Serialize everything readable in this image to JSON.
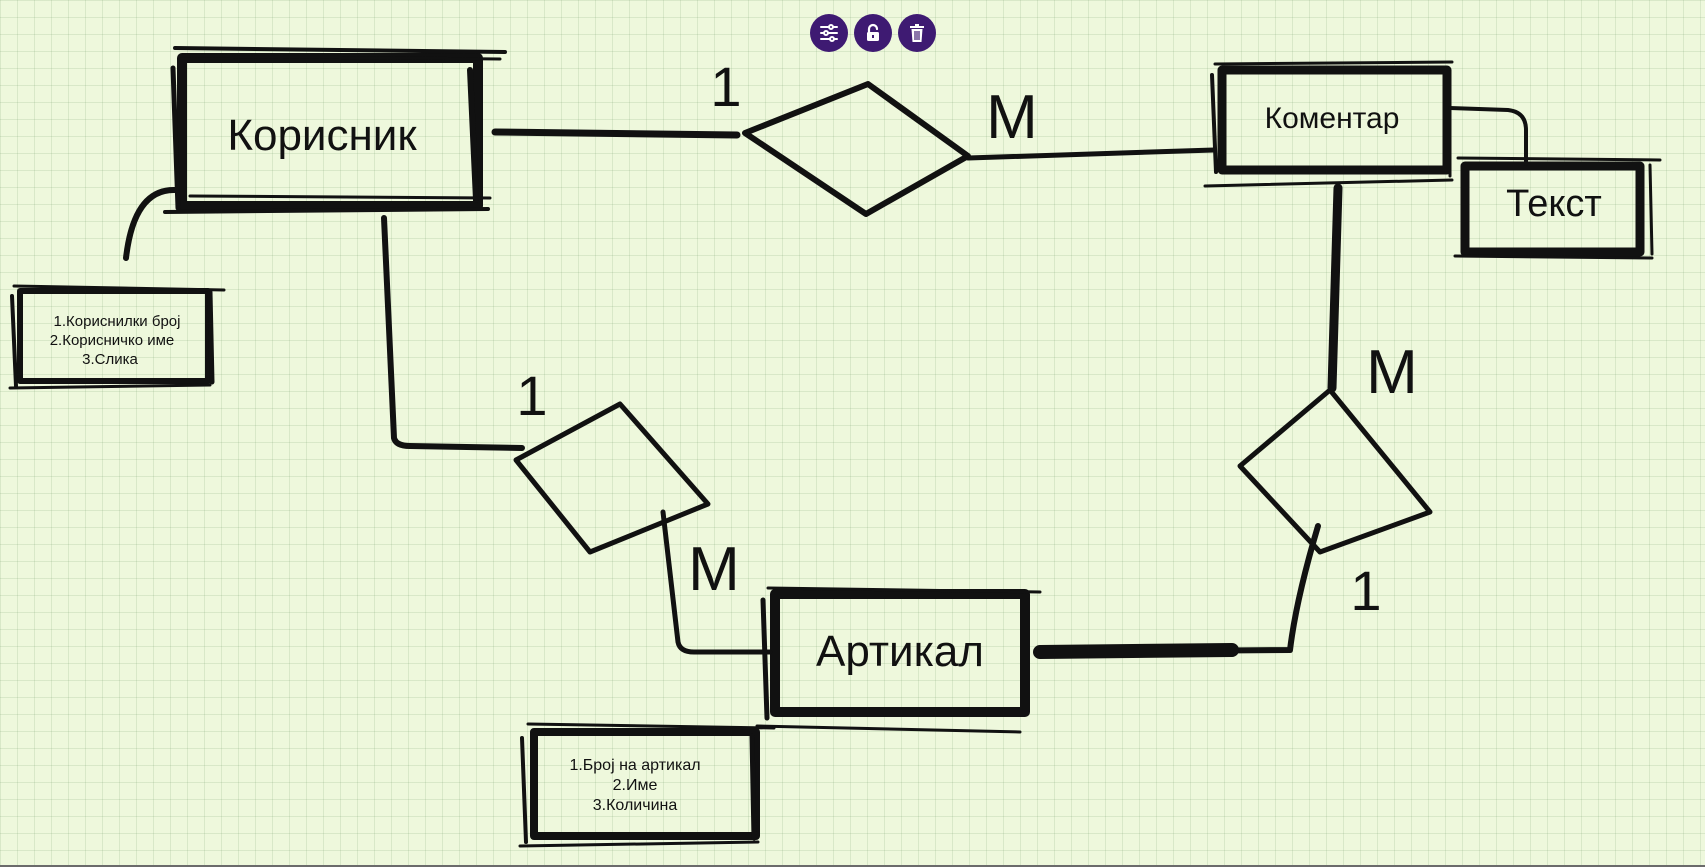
{
  "entities": {
    "korisnik": "Корисник",
    "komentar": "Коментар",
    "tekst": "Текст",
    "artikal": "Артикал"
  },
  "attributes": {
    "korisnik": [
      "1.Кориснилки број",
      "2.Корисничко име",
      "3.Слика"
    ],
    "artikal": [
      "1.Број на артикал",
      "2.Име",
      "3.Количина"
    ]
  },
  "cardinalities": {
    "top_left": "1",
    "top_right": "M",
    "left_upper": "1",
    "left_lower": "M",
    "right_upper": "M",
    "right_lower": "1"
  },
  "toolbar": {
    "settings_icon": "sliders-icon",
    "lock_icon": "unlock-icon",
    "delete_icon": "trash-icon"
  },
  "colors": {
    "background": "#eef8dc",
    "ink": "#111111",
    "toolbar_button": "#3e1a72"
  }
}
